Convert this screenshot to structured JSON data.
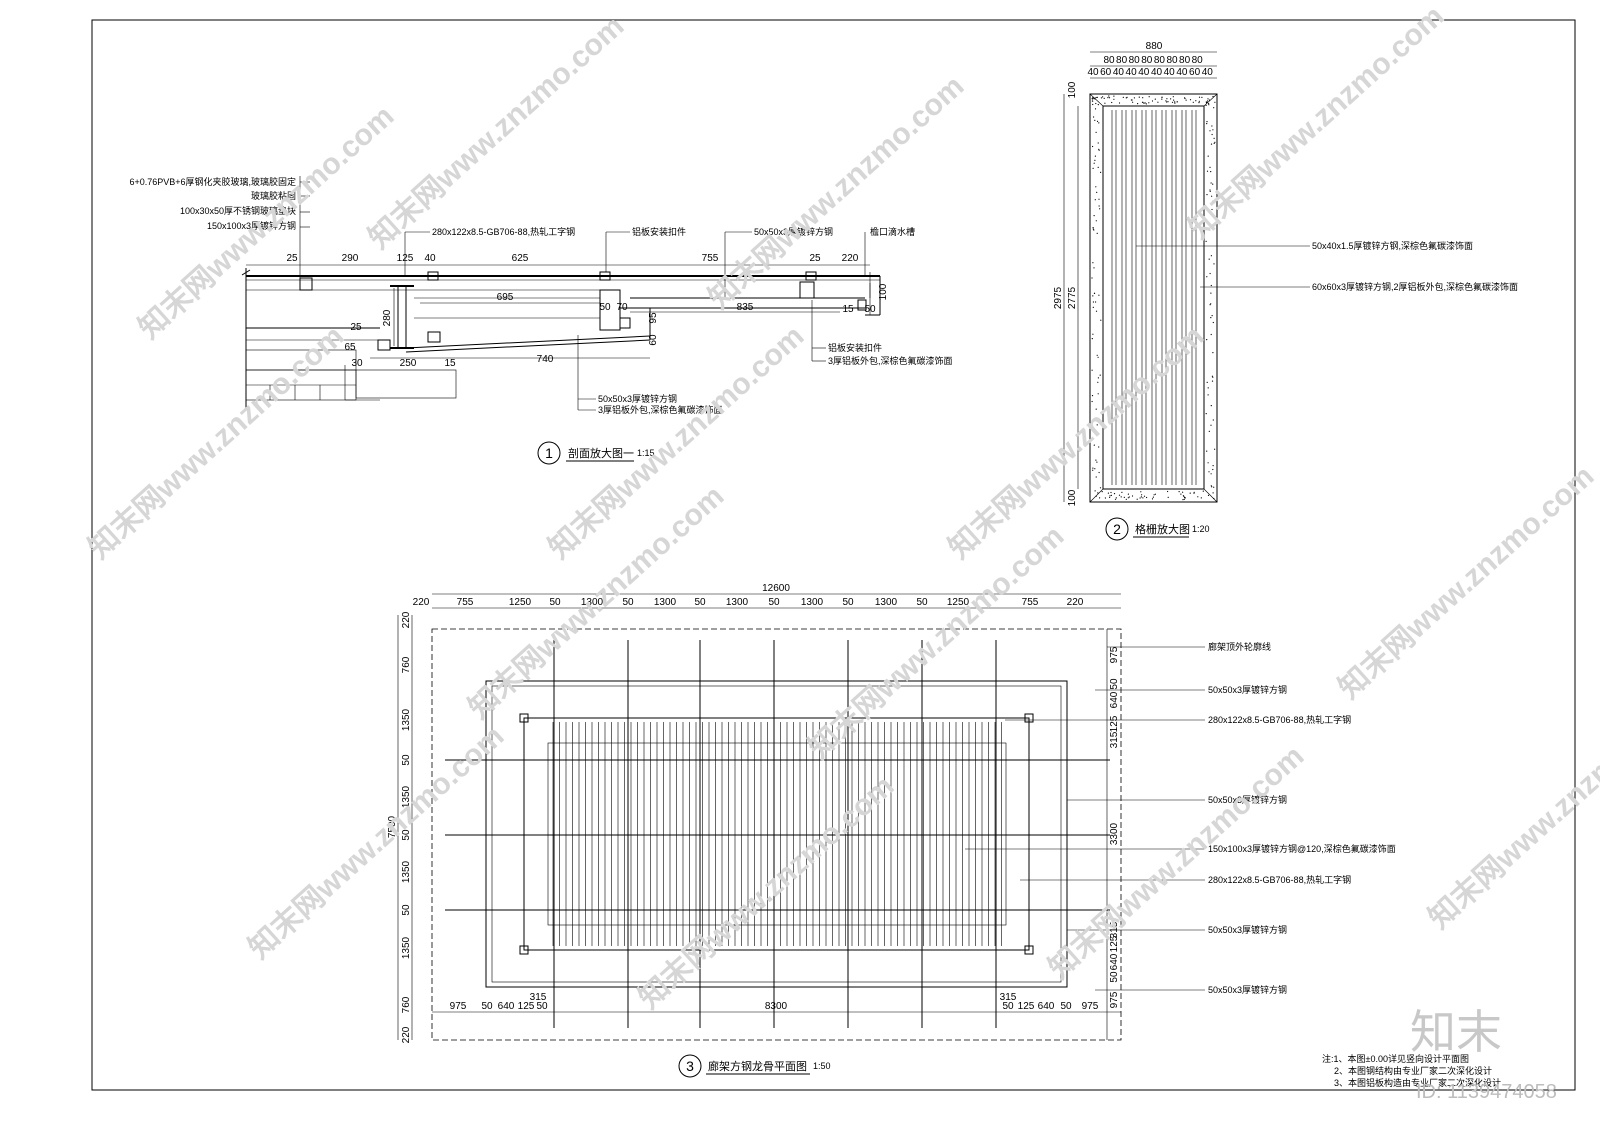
{
  "section_detail": {
    "title": "剖面放大图一",
    "scale": "1:15",
    "index": "1",
    "left_callouts": [
      "6+0.76PVB+6厚钢化夹胶玻璃,玻璃胶固定",
      "玻璃胶粘固",
      "100x30x50厚不锈钢玻璃垫块",
      "150x100x3厚镀锌方钢"
    ],
    "top_callouts": [
      "280x122x8.5-GB706-88,热轧工字钢",
      "铝板安装扣件",
      "50x50x3厚镀锌方钢",
      "檐口滴水槽"
    ],
    "bottom_callouts": [
      "50x50x3厚镀锌方钢",
      "3厚铝板外包,深棕色氟碳漆饰面"
    ],
    "right_callouts": [
      "铝板安装扣件",
      "3厚铝板外包,深棕色氟碳漆饰面"
    ],
    "dims_top": [
      "25",
      "290",
      "125",
      "40",
      "625",
      "755",
      "25",
      "220"
    ],
    "dims_mid": [
      "695",
      "50",
      "70",
      "835",
      "15",
      "50",
      "100"
    ],
    "dims_v": [
      "280",
      "25",
      "65",
      "30",
      "95",
      "60"
    ],
    "dims_bottom": [
      "250",
      "15",
      "740"
    ]
  },
  "grille_detail": {
    "title": "格栅放大图",
    "scale": "1:20",
    "index": "2",
    "overall_width": "880",
    "dims_row1": [
      "80",
      "80",
      "80",
      "80",
      "80",
      "80",
      "80",
      "80"
    ],
    "dims_row2": [
      "40",
      "60",
      "40",
      "40",
      "40",
      "40",
      "40",
      "40",
      "60",
      "40"
    ],
    "height_total": "2975",
    "height_inner": "2775",
    "margin_top": "100",
    "margin_bottom": "100",
    "callouts": [
      "50x40x1.5厚镀锌方钢,深棕色氟碳漆饰面",
      "60x60x3厚镀锌方钢,2厚铝板外包,深棕色氟碳漆饰面"
    ]
  },
  "plan": {
    "title": "廊架方钢龙骨平面图",
    "scale": "1:50",
    "index": "3",
    "overall_width": "12600",
    "overall_height": "7500",
    "dims_top": [
      "220",
      "755",
      "1250",
      "50",
      "1300",
      "50",
      "1300",
      "50",
      "1300",
      "50",
      "1300",
      "50",
      "1300",
      "50",
      "1250",
      "755",
      "220"
    ],
    "dims_left": [
      "220",
      "760",
      "1350",
      "50",
      "1350",
      "50",
      "1350",
      "50",
      "1350",
      "760",
      "220"
    ],
    "dims_bottom": [
      "975",
      "50",
      "640",
      "125",
      "50",
      "315",
      "8300",
      "315",
      "50",
      "125",
      "640",
      "50",
      "975"
    ],
    "dims_right": [
      "975",
      "50",
      "640",
      "125",
      "315",
      "3300",
      "315",
      "125",
      "640",
      "50",
      "975"
    ],
    "callouts": [
      "廊架顶外轮廓线",
      "50x50x3厚镀锌方钢",
      "280x122x8.5-GB706-88,热轧工字钢",
      "50x50x3厚镀锌方钢",
      "150x100x3厚镀锌方钢@120,深棕色氟碳漆饰面",
      "280x122x8.5-GB706-88,热轧工字钢",
      "50x50x3厚镀锌方钢",
      "50x50x3厚镀锌方钢"
    ]
  },
  "notes": [
    "注:1、本图±0.00详见竖向设计平面图",
    "2、本图钢结构由专业厂家二次深化设计",
    "3、本图铝板构造由专业厂家二次深化设计"
  ],
  "watermark": "知末网www.znzmo.com",
  "brand": "知末",
  "doc_id": "ID: 1139474058"
}
